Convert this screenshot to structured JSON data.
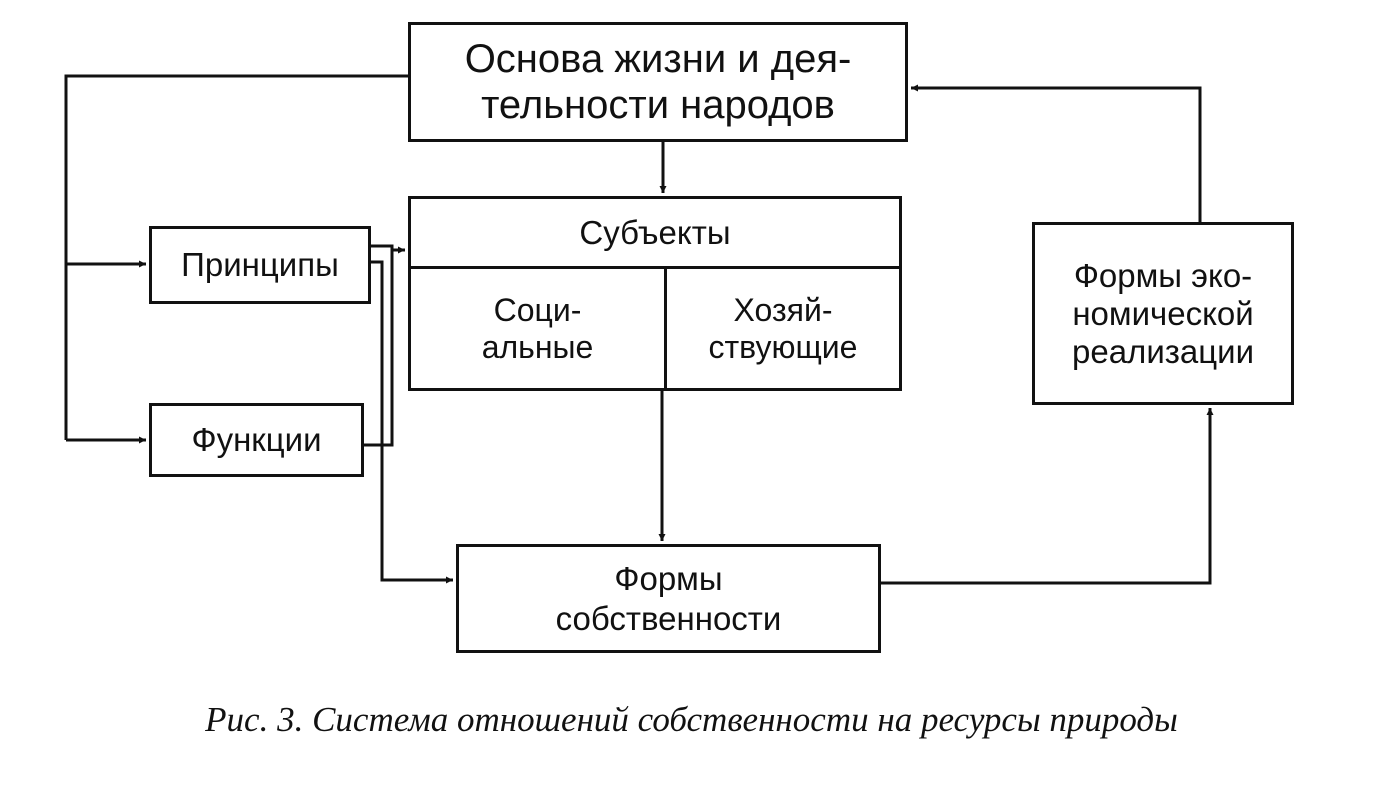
{
  "nodes": {
    "osnova": {
      "lines": [
        "Основа жизни и дея-",
        "тельности народов"
      ]
    },
    "principles": {
      "label": "Принципы"
    },
    "functions": {
      "label": "Функции"
    },
    "subjects": {
      "title": "Субъекты",
      "social": [
        "Соци-",
        "альные"
      ],
      "economic": [
        "Хозяй-",
        "ствующие"
      ]
    },
    "property_forms": {
      "lines": [
        "Формы",
        "собственности"
      ]
    },
    "economic_realization": {
      "lines": [
        "Формы эко-",
        "номической",
        "реализации"
      ]
    }
  },
  "edges": [
    {
      "from": "osnova",
      "to": "principles"
    },
    {
      "from": "osnova",
      "to": "functions"
    },
    {
      "from": "osnova",
      "to": "subjects"
    },
    {
      "from": "principles",
      "to": "subjects"
    },
    {
      "from": "functions",
      "to": "subjects"
    },
    {
      "from": "principles",
      "to": "property_forms"
    },
    {
      "from": "functions",
      "to": "property_forms"
    },
    {
      "from": "subjects",
      "to": "property_forms"
    },
    {
      "from": "property_forms",
      "to": "economic_realization"
    },
    {
      "from": "economic_realization",
      "to": "osnova"
    }
  ],
  "caption": "Рис. 3. Система отношений собственности на ресурсы природы",
  "colors": {
    "ink": "#111111",
    "background": "#ffffff"
  }
}
